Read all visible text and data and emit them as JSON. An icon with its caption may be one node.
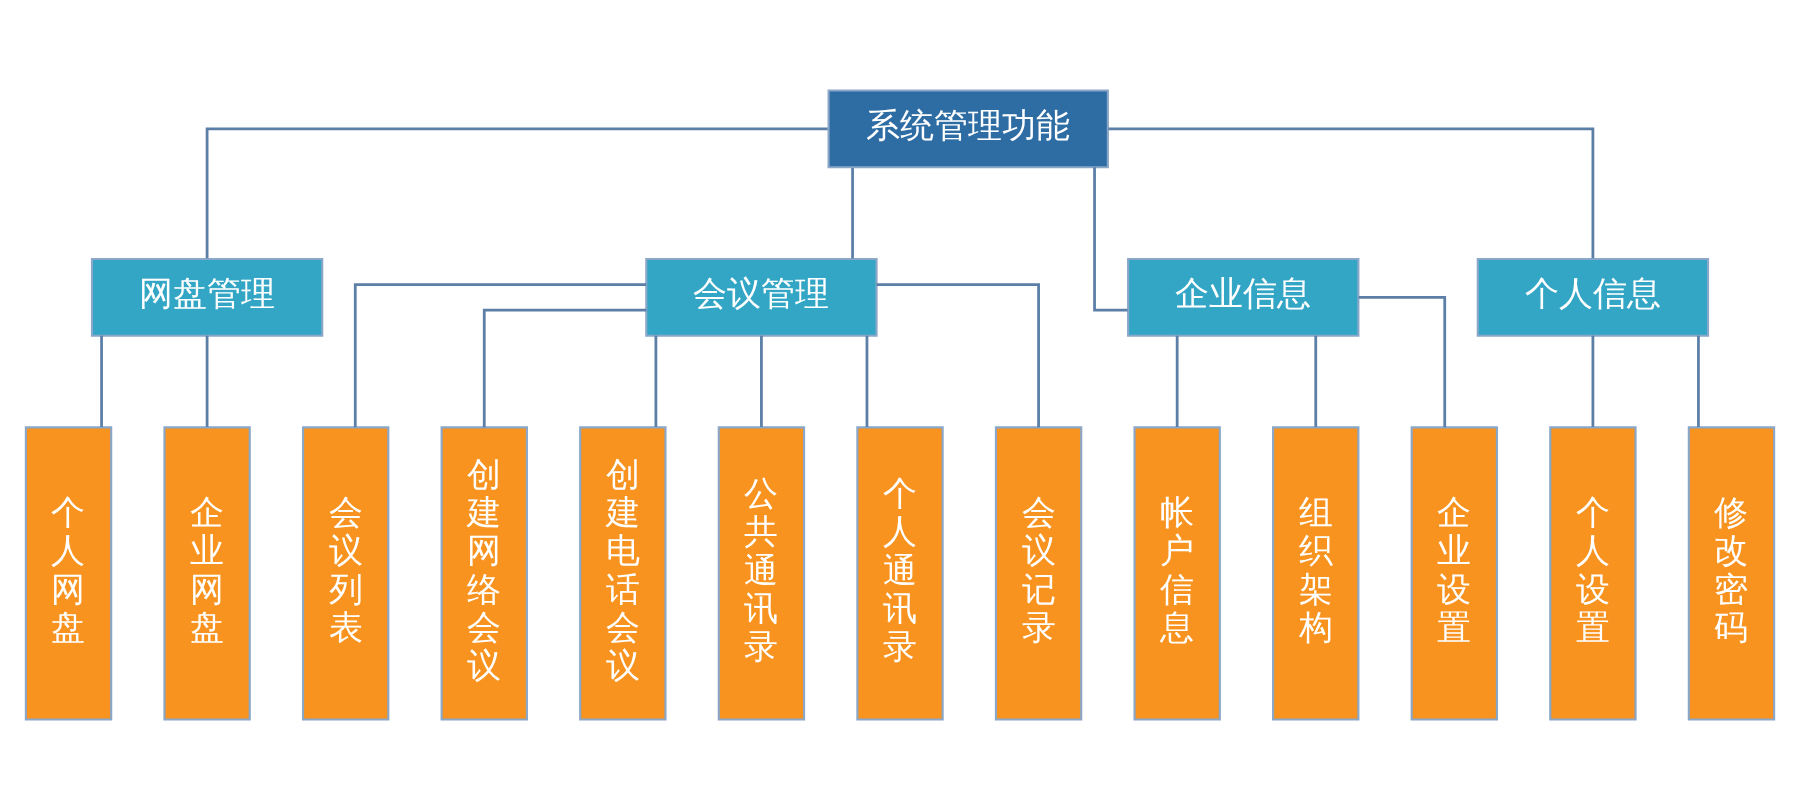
{
  "diagram": {
    "nodes": [
      {
        "text": [
          "系统管理功能"
        ]
      },
      {
        "text": [
          "网盘管理"
        ]
      },
      {
        "text": [
          "会议管理"
        ]
      },
      {
        "text": [
          "企业信息"
        ]
      },
      {
        "text": [
          "个人信息"
        ]
      },
      {
        "text": [
          "个人网盘"
        ]
      },
      {
        "text": [
          "企业网盘"
        ]
      },
      {
        "text": [
          "会议列表"
        ]
      },
      {
        "text": [
          "创建网络会议"
        ]
      },
      {
        "text": [
          "创建电话会议"
        ]
      },
      {
        "text": [
          "公共通讯录"
        ]
      },
      {
        "text": [
          "个人通讯录"
        ]
      },
      {
        "text": [
          "会议记录"
        ]
      },
      {
        "text": [
          "帐户信息"
        ]
      },
      {
        "text": [
          "组织架构"
        ]
      },
      {
        "text": [
          "企业设置"
        ]
      },
      {
        "text": [
          "个人设置"
        ]
      },
      {
        "text": [
          "修改密码"
        ]
      }
    ],
    "edges": [
      {
        "from": 0,
        "to": 1,
        "arrow": "none"
      },
      {
        "from": 0,
        "to": 2,
        "arrow": "none"
      },
      {
        "from": 0,
        "to": 3,
        "arrow": "none"
      },
      {
        "from": 0,
        "to": 4,
        "arrow": "none"
      },
      {
        "from": 1,
        "to": 5,
        "arrow": "none"
      },
      {
        "from": 1,
        "to": 6,
        "arrow": "none"
      },
      {
        "from": 2,
        "to": 7,
        "arrow": "none"
      },
      {
        "from": 2,
        "to": 8,
        "arrow": "none"
      },
      {
        "from": 2,
        "to": 9,
        "arrow": "none"
      },
      {
        "from": 2,
        "to": 10,
        "arrow": "none"
      },
      {
        "from": 2,
        "to": 11,
        "arrow": "none"
      },
      {
        "from": 2,
        "to": 12,
        "arrow": "none"
      },
      {
        "from": 3,
        "to": 13,
        "arrow": "none"
      },
      {
        "from": 3,
        "to": 14,
        "arrow": "none"
      },
      {
        "from": 3,
        "to": 15,
        "arrow": "none"
      },
      {
        "from": 4,
        "to": 16,
        "arrow": "none"
      },
      {
        "from": 4,
        "to": 17,
        "arrow": "none"
      }
    ]
  }
}
